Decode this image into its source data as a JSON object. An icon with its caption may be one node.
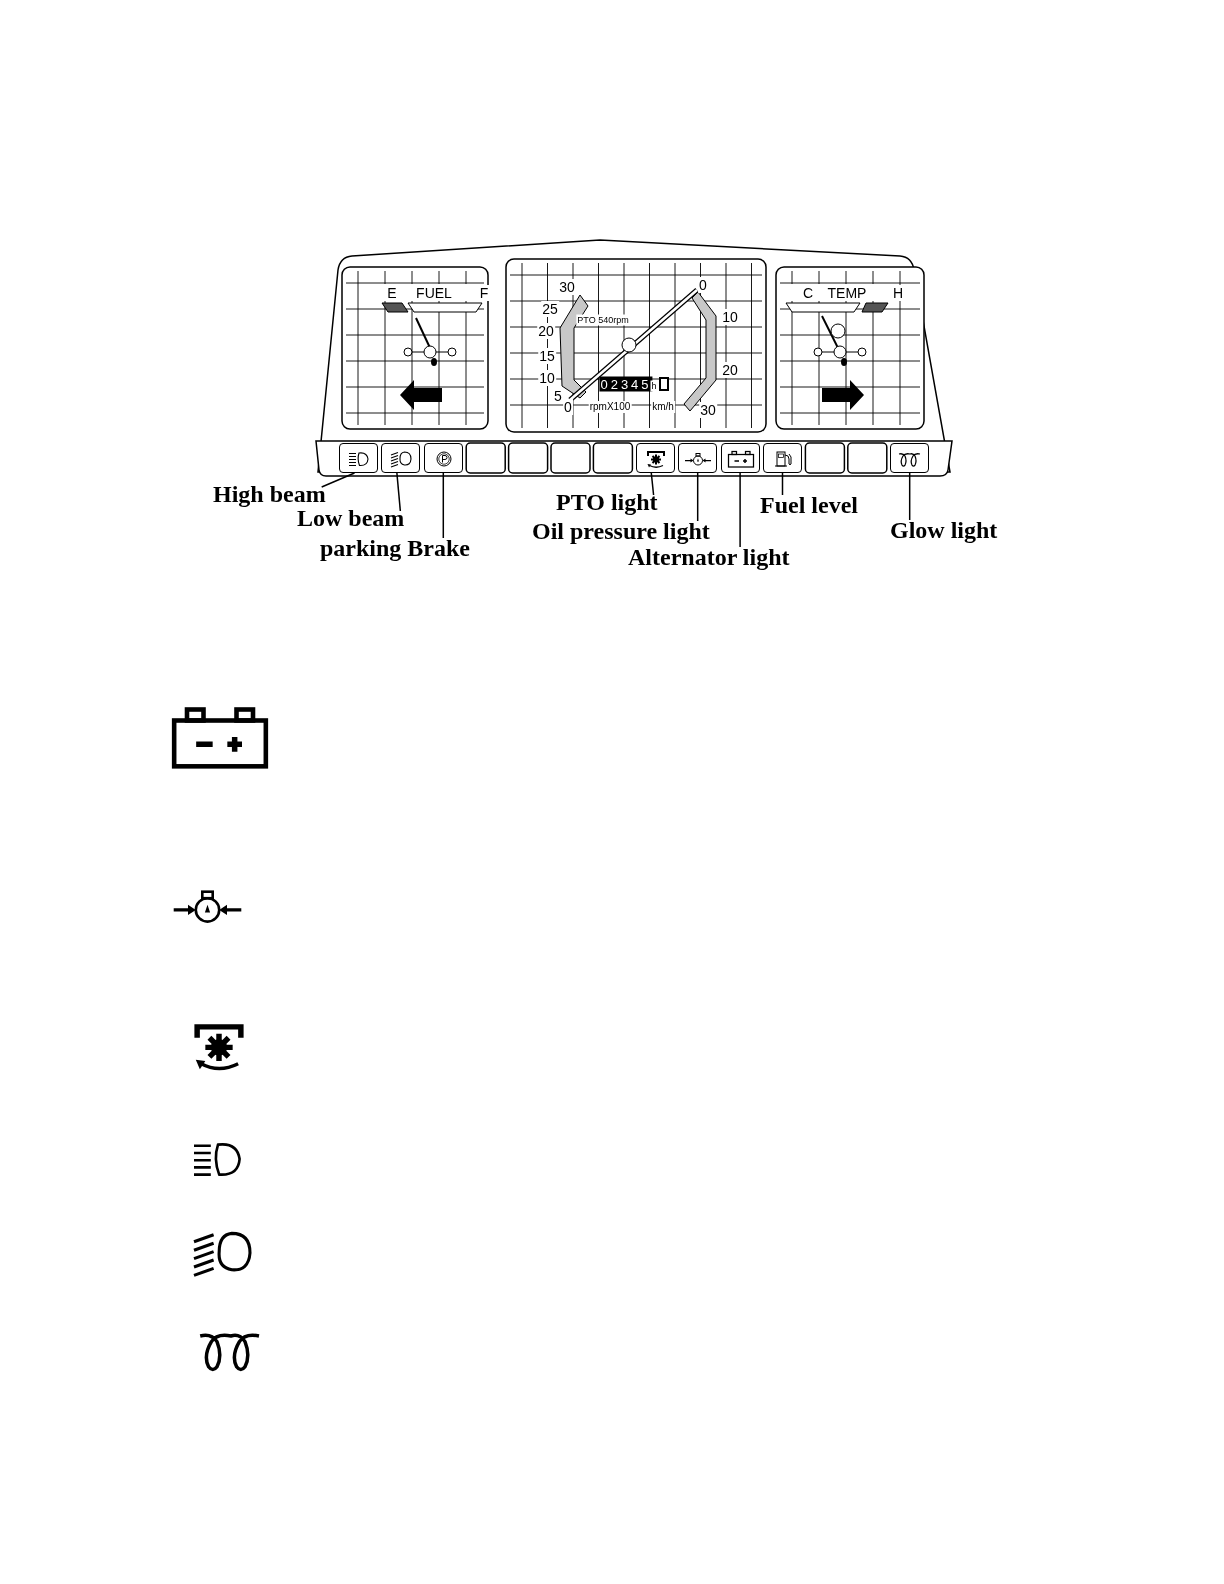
{
  "diagram": {
    "nodes": [
      {
        "text": [],
        "shape": "box"
      },
      {
        "text": [],
        "shape": "box"
      },
      {
        "text": [],
        "shape": "box"
      },
      {
        "text": [],
        "shape": "box"
      },
      {
        "text": [],
        "shape": "box"
      },
      {
        "text": [],
        "shape": "box"
      },
      {
        "text": [],
        "shape": "box"
      },
      {
        "text": [],
        "shape": "box"
      },
      {
        "text": [
          "High beam"
        ]
      },
      {
        "text": [
          "Low beam"
        ]
      },
      {
        "text": [
          "parking Brake"
        ]
      },
      {
        "text": [
          "PTO light"
        ]
      },
      {
        "text": [
          "Oil pressure light"
        ]
      },
      {
        "text": [
          "Alternator light"
        ]
      },
      {
        "text": [
          "Fuel level"
        ]
      },
      {
        "text": [
          "Glow light"
        ]
      }
    ],
    "edges": [
      {
        "from": 8,
        "to": 0,
        "arrow": "none"
      },
      {
        "from": 9,
        "to": 1,
        "arrow": "none"
      },
      {
        "from": 10,
        "to": 2,
        "arrow": "none"
      },
      {
        "from": 11,
        "to": 3,
        "arrow": "none"
      },
      {
        "from": 12,
        "to": 4,
        "arrow": "none"
      },
      {
        "from": 13,
        "to": 5,
        "arrow": "none"
      },
      {
        "from": 14,
        "to": 6,
        "arrow": "none"
      },
      {
        "from": 15,
        "to": 7,
        "arrow": "none"
      }
    ],
    "labels": [
      "E",
      "FUEL",
      "F",
      "30",
      "0",
      "C",
      "TEMP",
      "H",
      "25",
      "PTO 540rpm",
      "10",
      "20",
      "15",
      "20",
      "10",
      "02345",
      "h",
      "5",
      "0",
      "rpmX100",
      "km/h",
      "30"
    ]
  }
}
